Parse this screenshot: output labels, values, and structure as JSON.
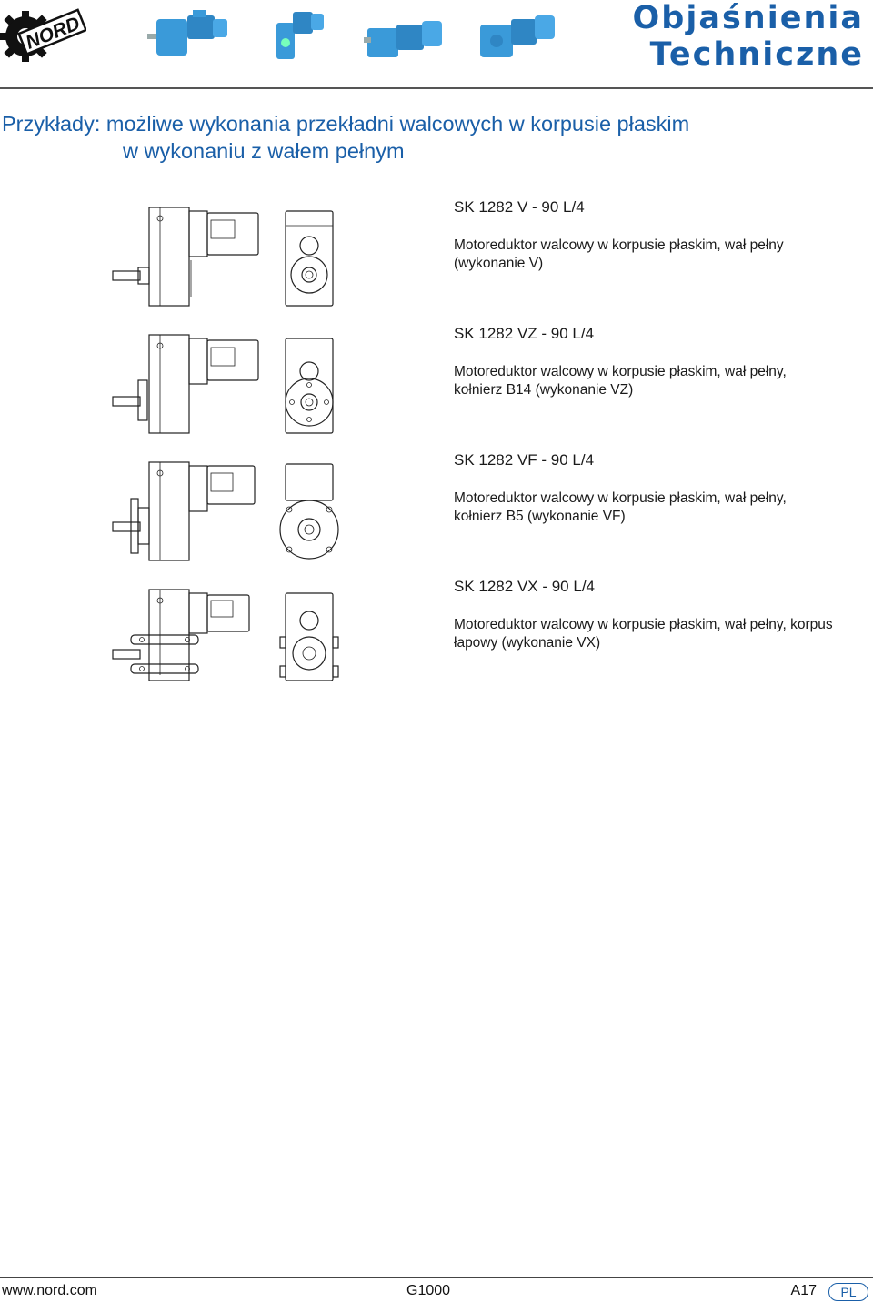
{
  "header": {
    "logo_text": "NORD",
    "title_line1": "Objaśnienia",
    "title_line2": "Techniczne",
    "product_icons": [
      "helical-gearmotor-icon",
      "shaft-mount-gearmotor-icon",
      "parallel-shaft-gearmotor-icon",
      "bevel-gearmotor-icon"
    ],
    "accent_color": "#1a5fa8",
    "product_color": "#3a9ad9"
  },
  "heading": {
    "line1": "Przykłady: możliwe wykonania przekładni walcowych w korpusie płaskim",
    "line2": "w wykonaniu z wałem pełnym"
  },
  "entries": [
    {
      "code": "SK 1282 V - 90 L/4",
      "line1": "Motoreduktor walcowy w korpusie płaskim, wał pełny",
      "line2": "(wykonanie V)"
    },
    {
      "code": "SK 1282 VZ - 90 L/4",
      "line1": "Motoreduktor walcowy w korpusie płaskim, wał pełny,",
      "line2": "kołnierz B14 (wykonanie VZ)"
    },
    {
      "code": "SK 1282 VF - 90 L/4",
      "line1": "Motoreduktor walcowy w korpusie płaskim, wał pełny,",
      "line2": "kołnierz B5 (wykonanie VF)"
    },
    {
      "code": "SK 1282 VX - 90 L/4",
      "line1": "Motoreduktor walcowy w korpusie płaskim, wał pełny, korpus",
      "line2": "łapowy (wykonanie VX)"
    }
  ],
  "footer": {
    "url": "www.nord.com",
    "doc_code": "G1000",
    "page": "A17",
    "language": "PL"
  }
}
